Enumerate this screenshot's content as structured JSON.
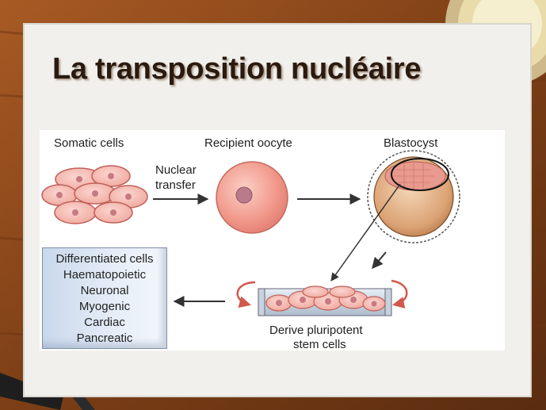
{
  "title": "La transposition nucléaire",
  "diagram": {
    "somatic_label": "Somatic cells",
    "recipient_label": "Recipient oocyte",
    "blastocyst_label": "Blastocyst",
    "transfer_label_line1": "Nuclear",
    "transfer_label_line2": "transfer",
    "derive_label_line1": "Derive pluripotent",
    "derive_label_line2": "stem cells",
    "differentiated": {
      "heading": "Differentiated cells",
      "items": [
        "Haematopoietic",
        "Neuronal",
        "Myogenic",
        "Cardiac",
        "Pancreatic"
      ]
    }
  },
  "colors": {
    "cell_fill": "#f4b8b0",
    "cell_stroke": "#c0605a",
    "nucleus": "#d98a92",
    "oocyte_fill": "#f09a8e",
    "blastocyst_fill": "#d8a070",
    "wood": "#8a4a1c"
  }
}
